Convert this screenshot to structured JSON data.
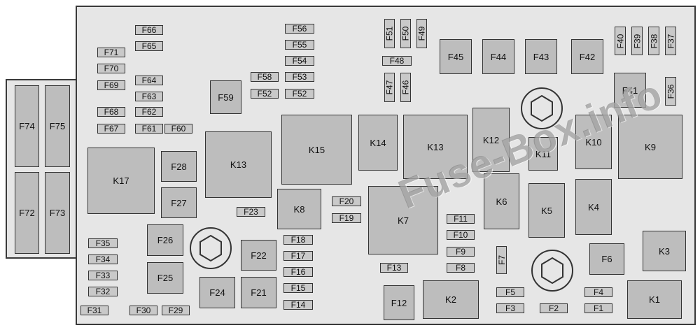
{
  "colors": {
    "panel_background": "#e6e6e6",
    "component_fill": "#bdbdbd",
    "outline": "#333333",
    "watermark": "#7a7a7a"
  },
  "watermark": "Fuse-Box.info",
  "components": {
    "F1": "F1",
    "F2": "F2",
    "F3": "F3",
    "F4": "F4",
    "F5": "F5",
    "F6": "F6",
    "F7": "F7",
    "F8": "F8",
    "F9": "F9",
    "F10": "F10",
    "F11": "F11",
    "F12": "F12",
    "F13": "F13",
    "F14": "F14",
    "F15": "F15",
    "F16": "F16",
    "F17": "F17",
    "F18": "F18",
    "F19": "F19",
    "F20": "F20",
    "F21": "F21",
    "F22": "F22",
    "F23": "F23",
    "F24": "F24",
    "F25": "F25",
    "F26": "F26",
    "F27": "F27",
    "F28": "F28",
    "F29": "F29",
    "F30": "F30",
    "F31": "F31",
    "F32": "F32",
    "F33": "F33",
    "F34": "F34",
    "F35": "F35",
    "F36": "F36",
    "F37": "F37",
    "F38": "F38",
    "F39": "F39",
    "F40": "F40",
    "F41": "F41",
    "F42": "F42",
    "F43": "F43",
    "F44": "F44",
    "F45": "F45",
    "F46": "F46",
    "F47": "F47",
    "F48": "F48",
    "F49": "F49",
    "F50": "F50",
    "F51": "F51",
    "F52": "F52",
    "F53": "F53",
    "F54": "F54",
    "F55": "F55",
    "F56": "F56",
    "F58": "F58",
    "F59": "F59",
    "F60": "F60",
    "F61": "F61",
    "F62": "F62",
    "F63": "F63",
    "F64": "F64",
    "F65": "F65",
    "F66": "F66",
    "F67": "F67",
    "F68": "F68",
    "F69": "F69",
    "F70": "F70",
    "F71": "F71",
    "F72": "F72",
    "F73": "F73",
    "F74": "F74",
    "F75": "F75",
    "K1": "K1",
    "K2": "K2",
    "K3": "K3",
    "K4": "K4",
    "K5": "K5",
    "K6": "K6",
    "K7": "K7",
    "K8": "K8",
    "K9": "K9",
    "K10": "K10",
    "K11": "K11",
    "K12": "K12",
    "K13": "K13",
    "K14": "K14",
    "K15": "K15",
    "K17": "K17"
  }
}
